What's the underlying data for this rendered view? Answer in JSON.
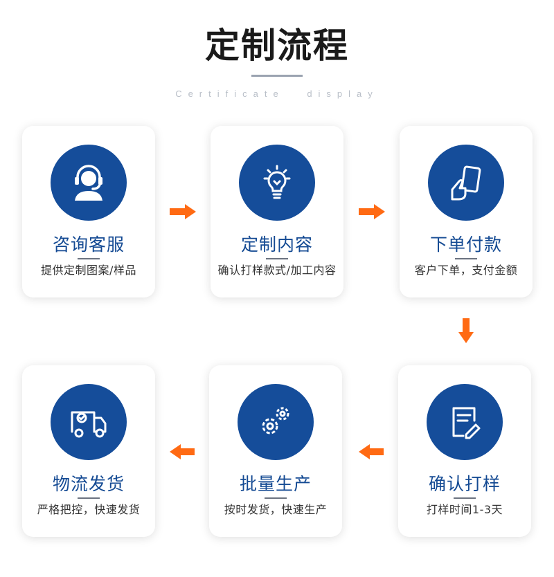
{
  "header": {
    "title": "定制流程",
    "subtitle": "Certificate display"
  },
  "colors": {
    "accent_blue": "#154d9a",
    "arrow_orange": "#ff6a13"
  },
  "steps": [
    {
      "title": "咨询客服",
      "desc": "提供定制图案/样品",
      "icon": "headset-icon"
    },
    {
      "title": "定制内容",
      "desc": "确认打样款式/加工内容",
      "icon": "lightbulb-icon"
    },
    {
      "title": "下单付款",
      "desc": "客户下单，支付金额",
      "icon": "card-payment-icon"
    },
    {
      "title": "确认打样",
      "desc": "打样时间1-3天",
      "icon": "document-edit-icon"
    },
    {
      "title": "批量生产",
      "desc": "按时发货，快速生产",
      "icon": "gears-icon"
    },
    {
      "title": "物流发货",
      "desc": "严格把控，快速发货",
      "icon": "delivery-truck-icon"
    }
  ]
}
